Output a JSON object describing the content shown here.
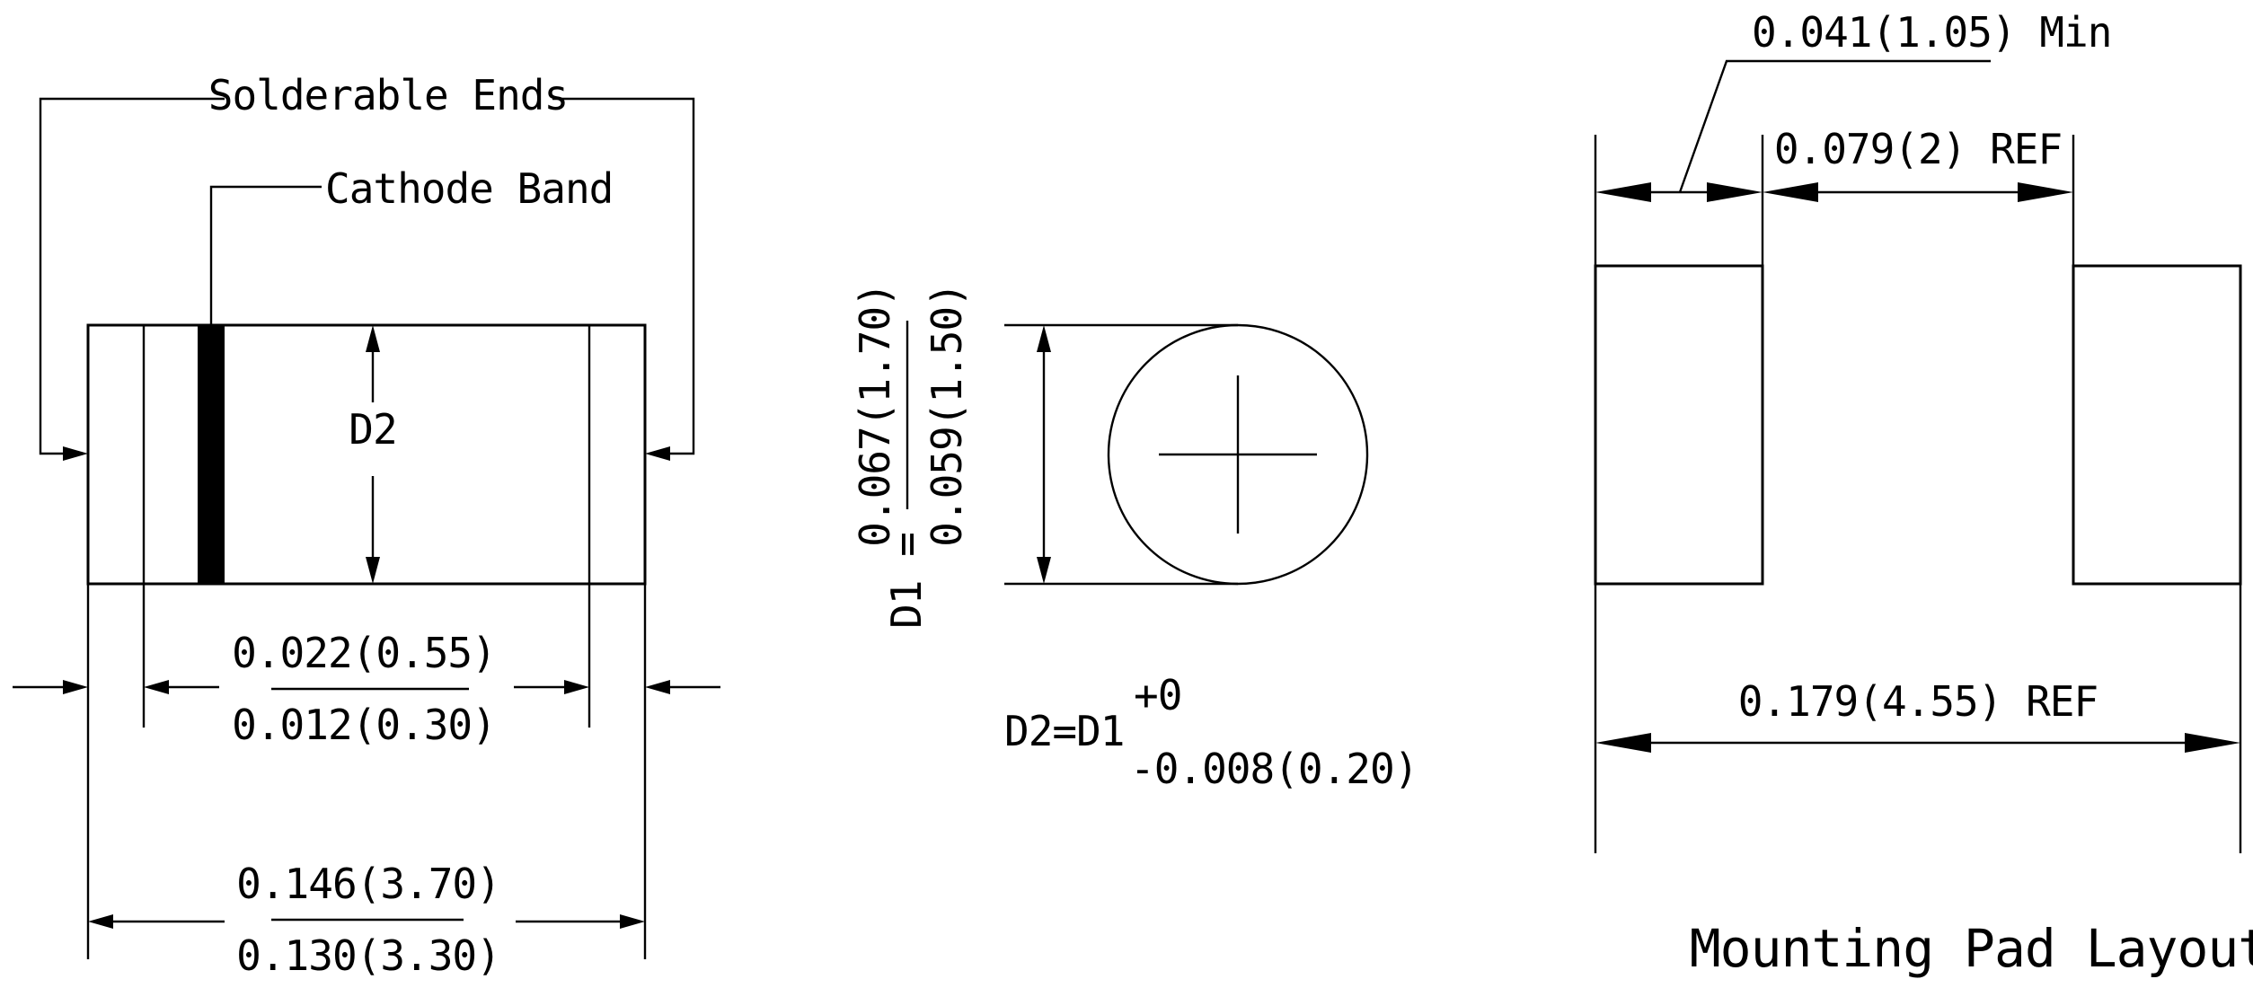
{
  "body_view": {
    "solderable_ends_label": "Solderable Ends",
    "cathode_band_label": "Cathode Band",
    "d2_label": "D2",
    "end_length_max": "0.022(0.55)",
    "end_length_min": "0.012(0.30)",
    "body_length_max": "0.146(3.70)",
    "body_length_min": "0.130(3.30)"
  },
  "end_view": {
    "d1_prefix": "D1 =",
    "d1_max": "0.067(1.70)",
    "d1_min": "0.059(1.50)",
    "d2_formula": "D2=D1",
    "tolerance_plus": "+0",
    "tolerance_minus": "-0.008(0.20)"
  },
  "pad_layout": {
    "pad_width_label": "0.041(1.05) Min",
    "pad_gap_label": "0.079(2) REF",
    "overall_width_label": "0.179(4.55) REF",
    "title": "Mounting Pad Layout"
  }
}
